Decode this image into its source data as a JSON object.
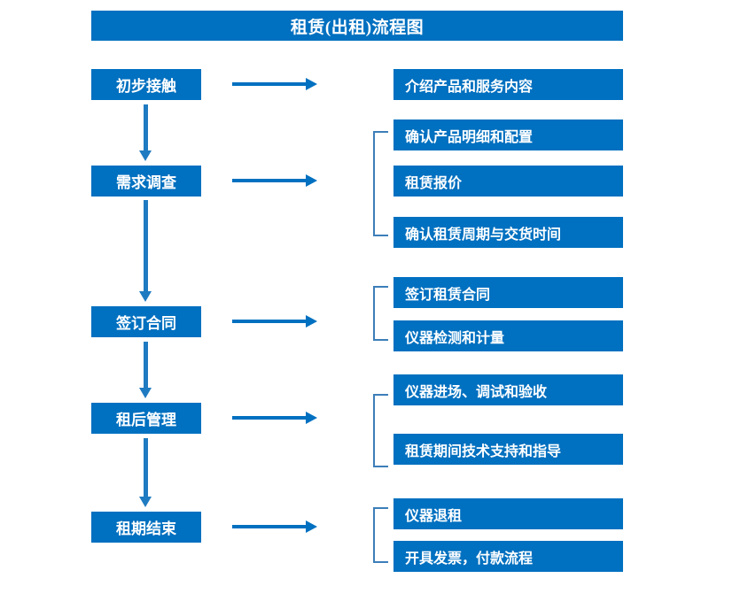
{
  "title": "租赁(出租)流程图",
  "colors": {
    "box_fill": "#0070C0",
    "box_text": "#FFFFFF",
    "arrow": "#1F7BC1",
    "bracket": "#3D7EB9",
    "background": "#FFFFFF"
  },
  "stages": [
    {
      "id": "stage-1",
      "label": "初步接触"
    },
    {
      "id": "stage-2",
      "label": "需求调查"
    },
    {
      "id": "stage-3",
      "label": "签订合同"
    },
    {
      "id": "stage-4",
      "label": "租后管理"
    },
    {
      "id": "stage-5",
      "label": "租期结束"
    }
  ],
  "groups": [
    {
      "id": "group-1",
      "has_bracket": false,
      "details": [
        {
          "label": "介绍产品和服务内容"
        }
      ]
    },
    {
      "id": "group-2",
      "has_bracket": true,
      "details": [
        {
          "label": "确认产品明细和配置"
        },
        {
          "label": "租赁报价"
        },
        {
          "label": "确认租赁周期与交货时间"
        }
      ]
    },
    {
      "id": "group-3",
      "has_bracket": true,
      "details": [
        {
          "label": "签订租赁合同"
        },
        {
          "label": "仪器检测和计量"
        }
      ]
    },
    {
      "id": "group-4",
      "has_bracket": true,
      "details": [
        {
          "label": "仪器进场、调试和验收"
        },
        {
          "label": "租赁期间技术支持和指导"
        }
      ]
    },
    {
      "id": "group-5",
      "has_bracket": true,
      "details": [
        {
          "label": "仪器退租"
        },
        {
          "label": "开具发票，付款流程"
        }
      ]
    }
  ],
  "connectors": {
    "horizontal_arrows": 5,
    "vertical_arrows": 4
  }
}
